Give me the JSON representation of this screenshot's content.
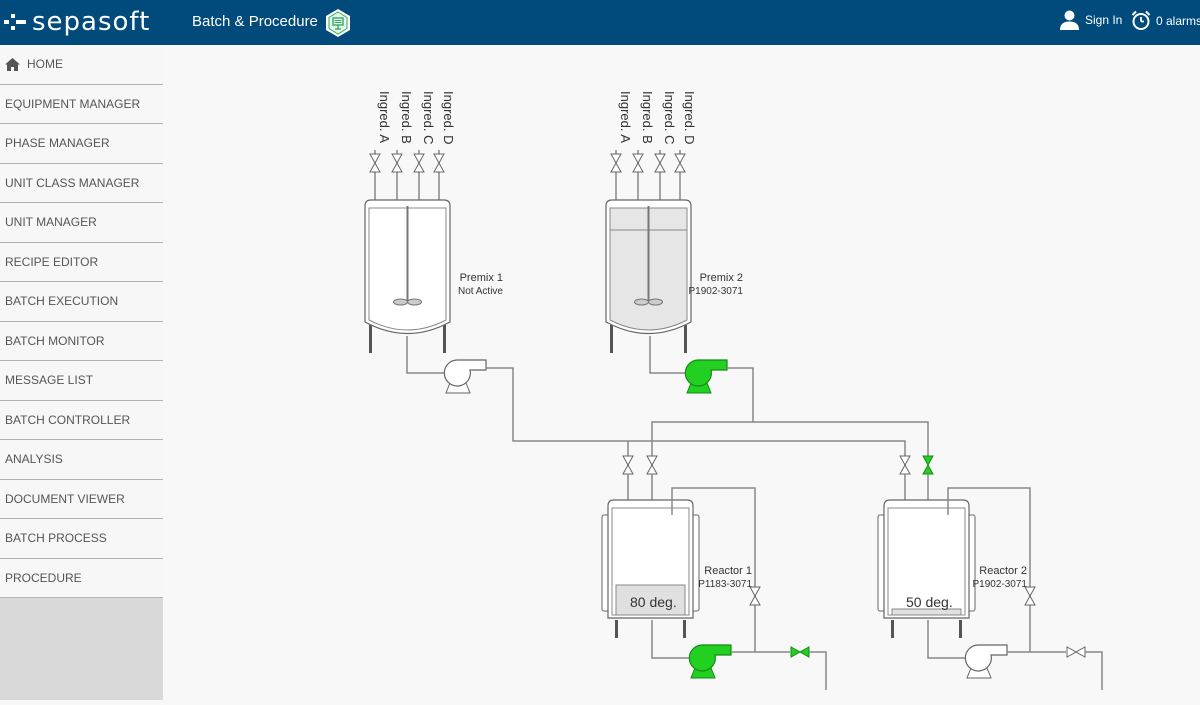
{
  "header": {
    "brand": "sepasoft",
    "app_title": "Batch & Procedure",
    "sign_in": "Sign In",
    "alarms": "0 alarms"
  },
  "sidebar": {
    "items": [
      {
        "label": "HOME",
        "icon": "home-icon"
      },
      {
        "label": "EQUIPMENT MANAGER"
      },
      {
        "label": "PHASE MANAGER"
      },
      {
        "label": "UNIT CLASS MANAGER"
      },
      {
        "label": "UNIT MANAGER"
      },
      {
        "label": "RECIPE EDITOR"
      },
      {
        "label": "BATCH EXECUTION"
      },
      {
        "label": "BATCH MONITOR"
      },
      {
        "label": "MESSAGE LIST"
      },
      {
        "label": "BATCH CONTROLLER"
      },
      {
        "label": "ANALYSIS"
      },
      {
        "label": "DOCUMENT VIEWER"
      },
      {
        "label": "BATCH PROCESS"
      },
      {
        "label": "PROCEDURE"
      }
    ]
  },
  "diagram": {
    "premix1": {
      "name": "Premix 1",
      "status": "Not Active",
      "ingredients": [
        "Ingred. A",
        "Ingred. B",
        "Ingred. C",
        "Ingred. D"
      ]
    },
    "premix2": {
      "name": "Premix 2",
      "status": "P1902-3071",
      "ingredients": [
        "Ingred. A",
        "Ingred. B",
        "Ingred. C",
        "Ingred. D"
      ]
    },
    "reactor1": {
      "name": "Reactor 1",
      "status": "P1183-3071",
      "temp": "80 deg."
    },
    "reactor2": {
      "name": "Reactor 2",
      "status": "P1902-3071",
      "temp": "50 deg."
    },
    "colors": {
      "active": "#22d022",
      "line": "#888888",
      "header": "#004a7c"
    }
  }
}
